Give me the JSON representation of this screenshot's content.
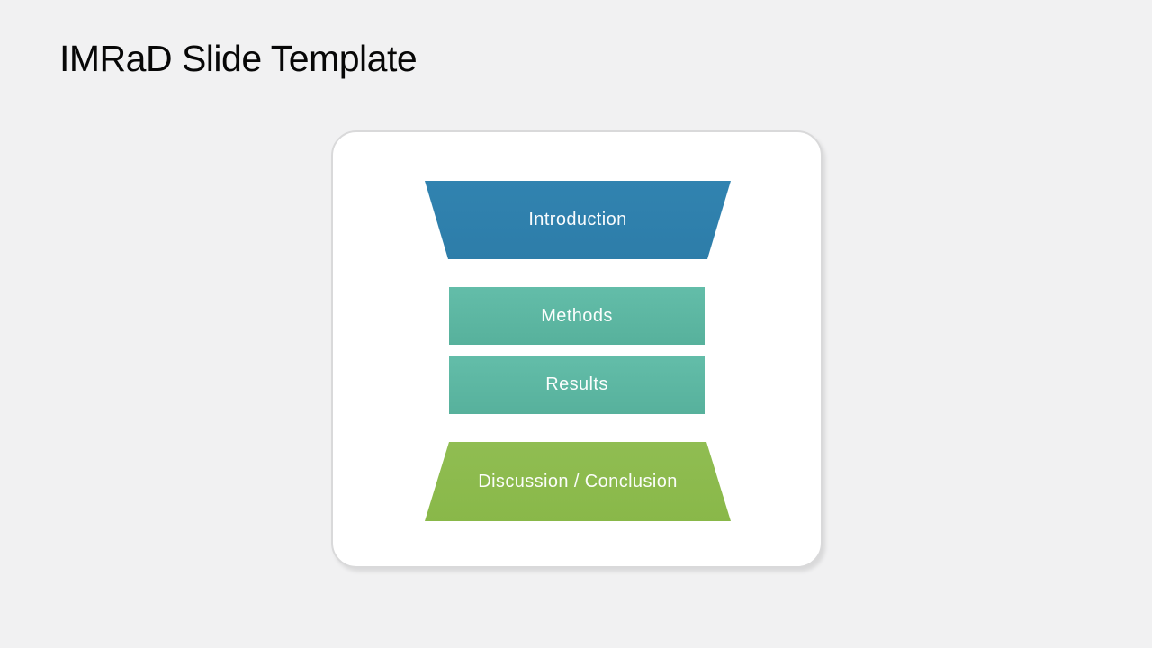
{
  "slide": {
    "title": "IMRaD Slide Template",
    "background_color": "#F1F1F2",
    "card_color": "#FFFFFF",
    "card_border_color": "#D9D9DA"
  },
  "funnel": {
    "text_color": "#FFFFFF",
    "stages": [
      {
        "label": "Introduction",
        "shape": "trapezoid-narrowing-down",
        "color": "#2E80AD"
      },
      {
        "label": "Methods",
        "shape": "rectangle",
        "color": "#5CB6A1"
      },
      {
        "label": "Results",
        "shape": "rectangle",
        "color": "#5CB6A1"
      },
      {
        "label": "Discussion / Conclusion",
        "shape": "trapezoid-widening-down",
        "color": "#8CBA4E"
      }
    ]
  }
}
